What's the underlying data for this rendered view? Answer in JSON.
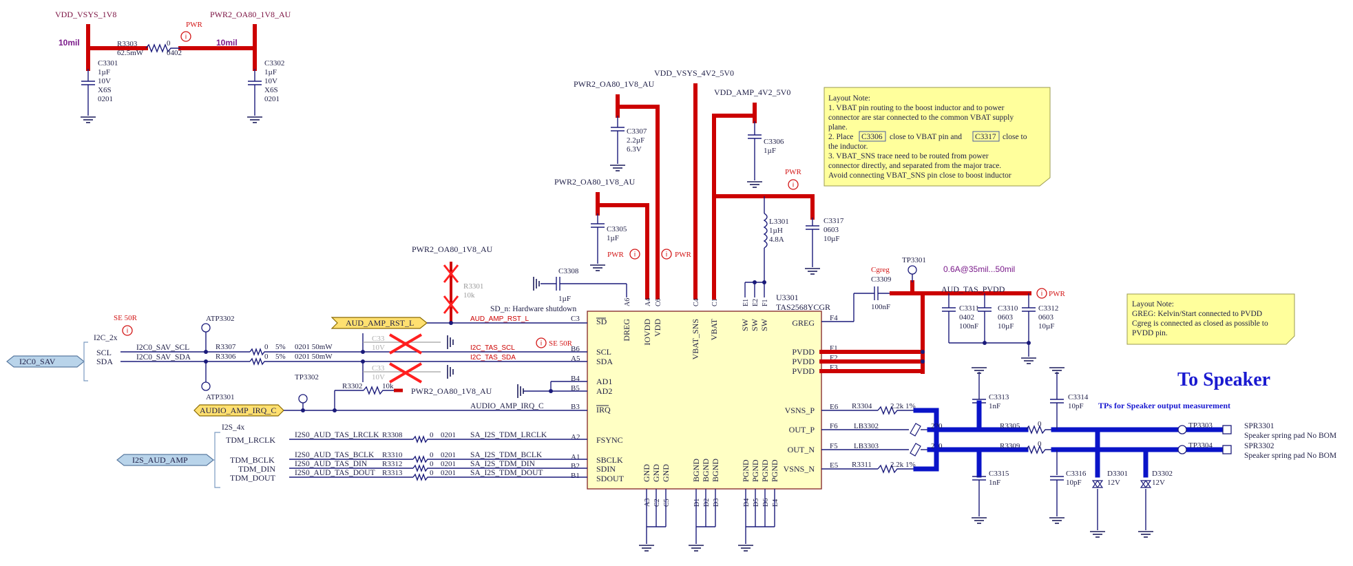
{
  "top_left": {
    "net_left": "VDD_VSYS_1V8",
    "net_right": "PWR2_OA80_1V8_AU",
    "pwr_flag": "PWR",
    "trace_left": "10mil",
    "trace_right": "10mil",
    "r3303": {
      "ref": "R3303",
      "val": "0",
      "power": "62.5mW",
      "size": "0402"
    },
    "c3301": {
      "ref": "C3301",
      "val": "1µF",
      "volt": "10V",
      "diel": "X6S",
      "size": "0201"
    },
    "c3302": {
      "ref": "C3302",
      "val": "1µF",
      "volt": "10V",
      "diel": "X6S",
      "size": "0201"
    }
  },
  "rails": {
    "vdd_vsys_4v2": "VDD_VSYS_4V2_5V0",
    "vdd_amp_4v2": "VDD_AMP_4V2_5V0",
    "pwr_1v8_a": "PWR2_OA80_1V8_AU",
    "pwr_1v8_b": "PWR2_OA80_1V8_AU",
    "pwr_1v8_c": "PWR2_OA80_1V8_AU",
    "pwr_1v8_d": "PWR2_OA80_1V8_AU",
    "aud_tas_pvdd": "AUD_TAS_PVDD"
  },
  "caps": {
    "c3307": [
      "C3307",
      "2.2µF",
      "6.3V"
    ],
    "c3306": [
      "C3306",
      "1µF"
    ],
    "c3305": [
      "C3305",
      "1µF"
    ],
    "c3308": [
      "C3308",
      "1µF"
    ],
    "c3317": [
      "C3317",
      "0603",
      "10µF"
    ],
    "c3309": [
      "C3309",
      "100nF"
    ],
    "c3311": [
      "C3311",
      "0402",
      "100nF"
    ],
    "c3310": [
      "C3310",
      "0603",
      "10µF"
    ],
    "c3312": [
      "C3312",
      "0603",
      "10µF"
    ],
    "c3313": [
      "C3313",
      "1nF"
    ],
    "c3314": [
      "C3314",
      "10pF"
    ],
    "c3315": [
      "C3315",
      "1nF"
    ],
    "c3316": [
      "C3316",
      "10pF"
    ]
  },
  "inductor": {
    "ref": "L3301",
    "val": "1µH",
    "cur": "4.8A"
  },
  "cgreg": "Cgreg",
  "tp3301": "TP3301",
  "tp3302": "TP3302",
  "tp3303": "TP3303",
  "tp3304": "TP3304",
  "atp3302": "ATP3302",
  "atp3301": "ATP3301",
  "current_note": "0.6A@35mil...50mil",
  "se50r_a": "SE 50R",
  "se50r_b": "SE 50R",
  "i2c_bus": "I2C_2x",
  "i2s_bus": "I2S_4x",
  "ports": {
    "i2c0": "I2C0_SAV",
    "i2s": "I2S_AUD_AMP",
    "rst": "AUD_AMP_RST_L",
    "irq": "AUDIO_AMP_IRQ_C"
  },
  "i2c_pins": [
    "SCL",
    "SDA"
  ],
  "i2c_nets": [
    "I2C0_SAV_SCL",
    "I2C0_SAV_SDA"
  ],
  "i2c_res": [
    {
      "ref": "R3307",
      "val": "0",
      "tol": "5%",
      "spec": "0201 50mW"
    },
    {
      "ref": "R3306",
      "val": "0",
      "tol": "5%",
      "spec": "0201 50mW"
    }
  ],
  "i2c_tas": [
    "I2C_TAS_SCL",
    "I2C_TAS_SDA"
  ],
  "i2s_pins": [
    "TDM_LRCLK",
    "TDM_BCLK",
    "TDM_DIN",
    "TDM_DOUT"
  ],
  "i2s_nets": [
    "I2S0_AUD_TAS_LRCLK",
    "I2S0_AUD_TAS_BCLK",
    "I2S0_AUD_TAS_DIN",
    "I2S0_AUD_TAS_DOUT"
  ],
  "i2s_res": [
    "R3308",
    "R3310",
    "R3312",
    "R3313"
  ],
  "i2s_val": "0",
  "i2s_size": "0201",
  "sa_nets": [
    "SA_I2S_TDM_LRCLK",
    "SA_I2S_TDM_BCLK",
    "SA_I2S_TDM_DIN",
    "SA_I2S_TDM_DOUT"
  ],
  "r3301": {
    "ref": "R3301",
    "val": "10k"
  },
  "r3302": {
    "ref": "R3302",
    "val": "10k"
  },
  "sd_note": "SD_n: Hardware shutdown",
  "rst_net": "AUD_AMP_RST_L",
  "irq_net": "AUDIO_AMP_IRQ_C",
  "dnp_caps": [
    "C33",
    "10V",
    "C33",
    "10V"
  ],
  "ic": {
    "ref": "U3301",
    "part": "TAS2568YCGR",
    "left_pins": [
      {
        "num": "C3",
        "name": "SD"
      },
      {
        "num": "B6",
        "name": "SCL"
      },
      {
        "num": "A5",
        "name": "SDA"
      },
      {
        "num": "B4",
        "name": "AD1"
      },
      {
        "num": "B5",
        "name": "AD2"
      },
      {
        "num": "B3",
        "name": "IRQ"
      },
      {
        "num": "A2",
        "name": "FSYNC"
      },
      {
        "num": "A1",
        "name": "SBCLK"
      },
      {
        "num": "B2",
        "name": "SDIN"
      },
      {
        "num": "B1",
        "name": "SDOUT"
      }
    ],
    "top_pins": [
      {
        "num": "A6",
        "name": "DREG"
      },
      {
        "num": "A4",
        "name": "IOVDD"
      },
      {
        "num": "C6",
        "name": "VDD"
      },
      {
        "num": "C4",
        "name": "VBAT_SNS"
      },
      {
        "num": "C1",
        "name": "VBAT"
      },
      {
        "num": "E1",
        "name": "SW"
      },
      {
        "num": "E2",
        "name": "SW"
      },
      {
        "num": "F1",
        "name": "SW"
      }
    ],
    "right_pins": [
      {
        "num": "F4",
        "name": "GREG"
      },
      {
        "num": "F1",
        "name": "PVDD"
      },
      {
        "num": "F2",
        "name": "PVDD"
      },
      {
        "num": "F3",
        "name": "PVDD"
      },
      {
        "num": "E6",
        "name": "VSNS_P"
      },
      {
        "num": "F6",
        "name": "OUT_P"
      },
      {
        "num": "F5",
        "name": "OUT_N"
      },
      {
        "num": "E5",
        "name": "VSNS_N"
      }
    ],
    "bottom_pins": [
      {
        "num": "A3",
        "name": "GND"
      },
      {
        "num": "C2",
        "name": "GND"
      },
      {
        "num": "C5",
        "name": "GND"
      },
      {
        "num": "D1",
        "name": "BGND"
      },
      {
        "num": "D2",
        "name": "BGND"
      },
      {
        "num": "D3",
        "name": "BGND"
      },
      {
        "num": "D4",
        "name": "PGND"
      },
      {
        "num": "D5",
        "name": "PGND"
      },
      {
        "num": "D6",
        "name": "PGND"
      },
      {
        "num": "E4",
        "name": "PGND"
      }
    ]
  },
  "out": {
    "r3304": {
      "ref": "R3304",
      "val": "2.2k",
      "tol": "1%"
    },
    "r3311": {
      "ref": "R3311",
      "val": "2.2k",
      "tol": "1%"
    },
    "lb3302": {
      "ref": "LB3302",
      "val": "220"
    },
    "lb3303": {
      "ref": "LB3303",
      "val": "220"
    },
    "r3305": {
      "ref": "R3305",
      "val": "0"
    },
    "r3309": {
      "ref": "R3309",
      "val": "0"
    },
    "d3301": {
      "ref": "D3301",
      "val": "12V"
    },
    "d3302": {
      "ref": "D3302",
      "val": "12V"
    }
  },
  "to_speaker": "To Speaker",
  "tp_note": "TPs for Speaker output measurement",
  "spr3301": {
    "ref": "SPR3301",
    "desc": "Speaker spring pad No BOM"
  },
  "spr3302": {
    "ref": "SPR3302",
    "desc": "Speaker spring pad No BOM"
  },
  "note1": {
    "title": "Layout Note:",
    "l1": "1. VBAT pin routing to the boost inductor and to power",
    "l2": "connector are star connected to the common VBAT supply",
    "l3": "plane.",
    "l4a": "2. Place",
    "l4b": "C3306",
    "l4c": "close to VBAT pin and",
    "l4d": "C3317",
    "l4e": "close to",
    "l5": "the inductor.",
    "l6": "3. VBAT_SNS trace need to be routed from power",
    "l7": "connector directly, and separated from the major trace.",
    "l8": "Avoid connecting VBAT_SNS pin close to boost inductor"
  },
  "note2": {
    "title": "Layout Note:",
    "l1": "GREG: Kelvin/Start connected to PVDD",
    "l2": "Cgreg is connected as closed as possible to",
    "l3": "PVDD pin."
  },
  "colors": {
    "net_red": "#cc0000",
    "bus_blue": "#0a14c8",
    "note_yellow": "#ffff9c",
    "title_blue": "#1a1ad0"
  }
}
